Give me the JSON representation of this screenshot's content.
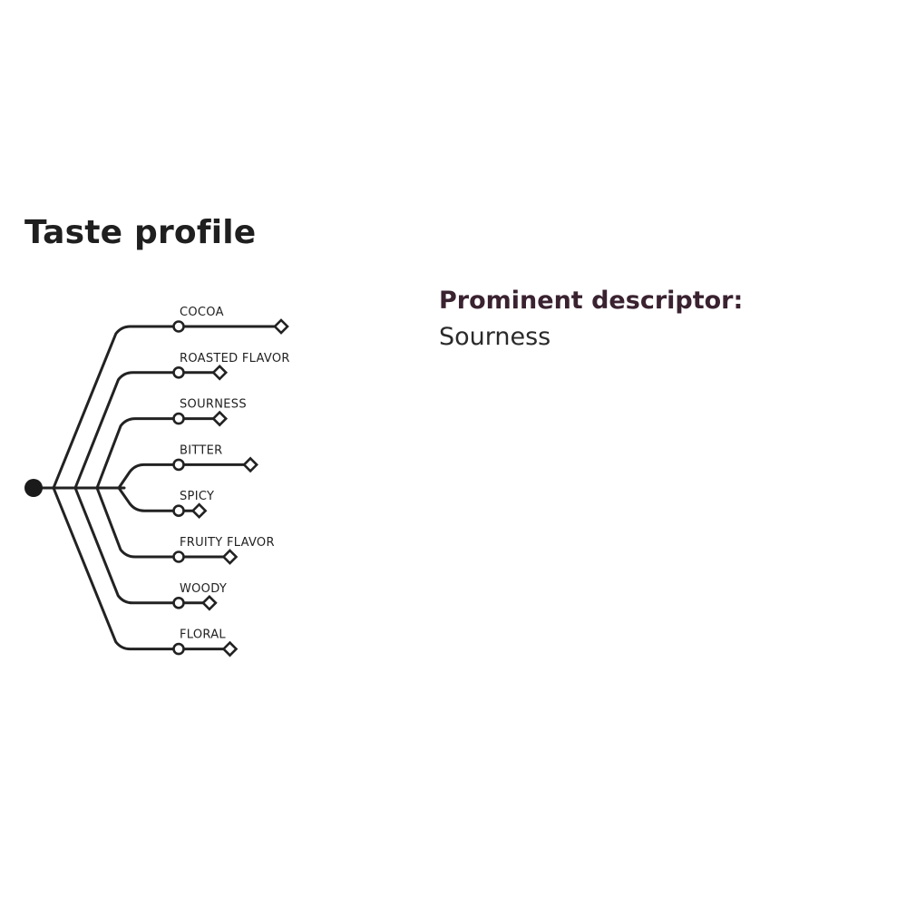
{
  "title": "Taste profile",
  "descriptor": {
    "label": "Prominent descriptor:",
    "value": "Sourness"
  },
  "colors": {
    "line": "#222222",
    "root_dot": "#1a1a1a",
    "marker_fill": "#ffffff"
  },
  "chart_data": {
    "type": "tree-bar",
    "categories": [
      "COCOA",
      "ROASTED FLAVOR",
      "SOURNESS",
      "BITTER",
      "SPICY",
      "FRUITY FLAVOR",
      "WOODY",
      "FLORAL"
    ],
    "values": [
      10,
      4,
      4,
      7,
      2,
      5,
      3,
      5
    ],
    "xlim": [
      0,
      10
    ]
  }
}
